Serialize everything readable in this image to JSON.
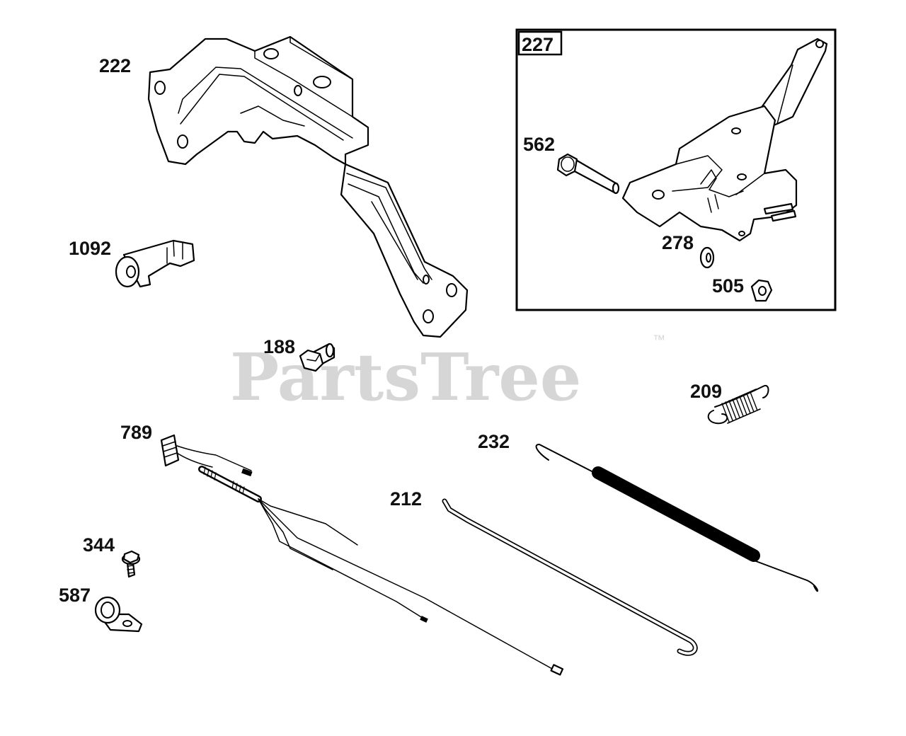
{
  "watermark": {
    "text": "PartsTree",
    "trademark": "™"
  },
  "inset": {
    "label": "227"
  },
  "parts": {
    "p222": "222",
    "p1092": "1092",
    "p188": "188",
    "p789": "789",
    "p344": "344",
    "p587": "587",
    "p212": "212",
    "p232": "232",
    "p209": "209",
    "p562": "562",
    "p278": "278",
    "p505": "505"
  }
}
